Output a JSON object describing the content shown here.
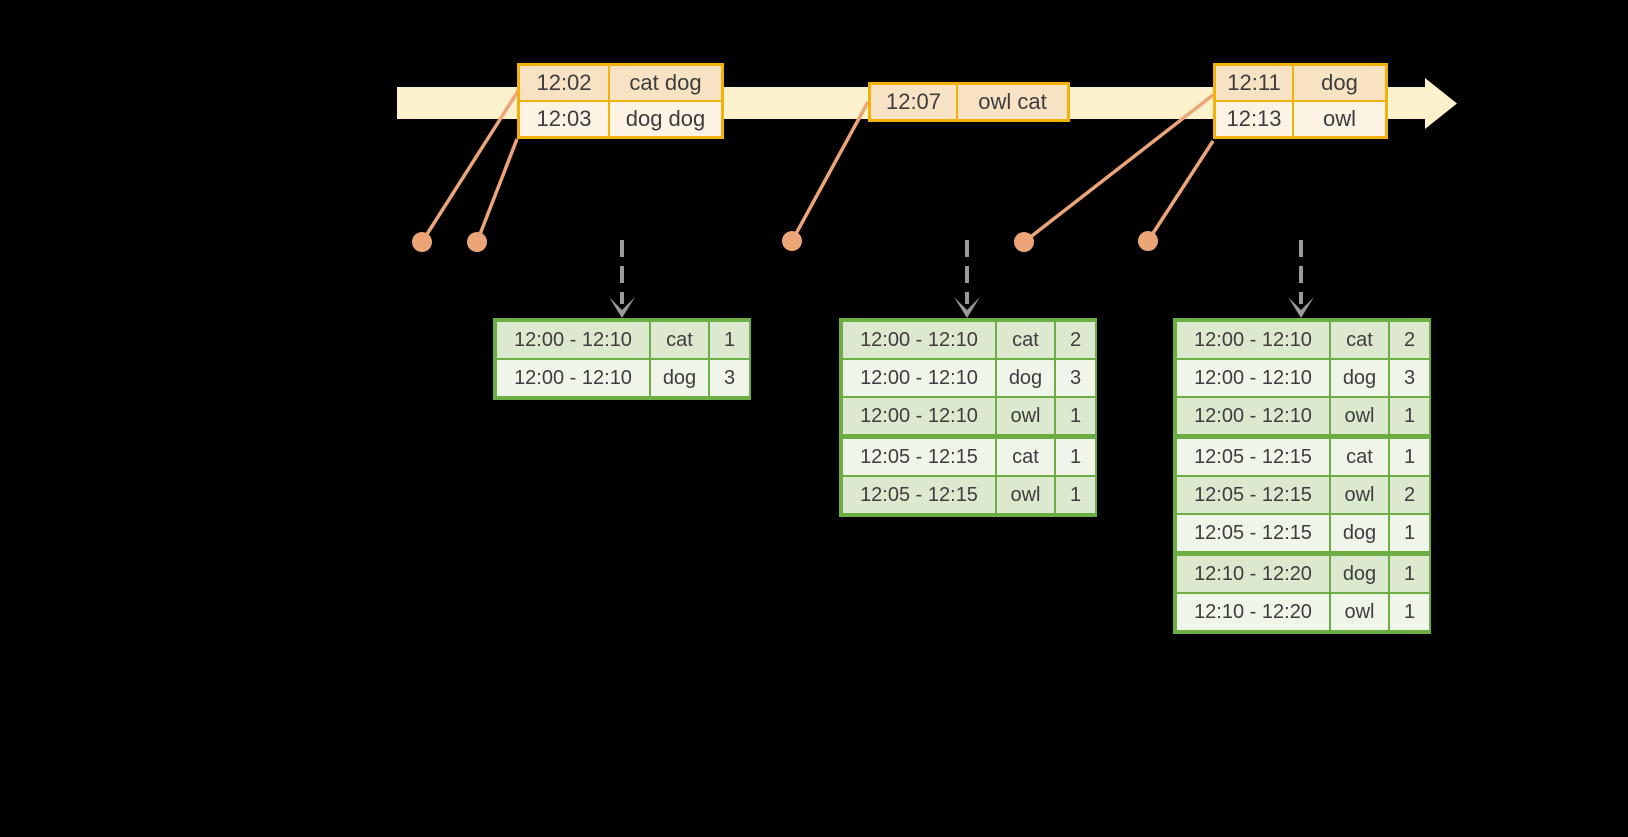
{
  "colors": {
    "background": "#000000",
    "timeline_band": "#fbf1cd",
    "event_border": "#f3b20a",
    "event_fill_dark": "#f8e2c4",
    "event_fill_light": "#fdf3e5",
    "connector": "#eba577",
    "arrow_gray": "#9a9a9a",
    "table_border": "#6cae44",
    "row_fill_dark": "#dde9cf",
    "row_fill_light": "#f0f5e9",
    "text": "#3d3d3d"
  },
  "stream": {
    "events": [
      {
        "time": "12:02",
        "value": "cat dog"
      },
      {
        "time": "12:03",
        "value": "dog dog"
      },
      {
        "time": "12:07",
        "value": "owl cat"
      },
      {
        "time": "12:11",
        "value": "dog"
      },
      {
        "time": "12:13",
        "value": "owl"
      }
    ]
  },
  "tables": [
    {
      "rows": [
        [
          "12:00 - 12:10",
          "cat",
          "1"
        ],
        [
          "12:00 - 12:10",
          "dog",
          "3"
        ]
      ]
    },
    {
      "rows": [
        [
          "12:00 - 12:10",
          "cat",
          "2"
        ],
        [
          "12:00 - 12:10",
          "dog",
          "3"
        ],
        [
          "12:00 - 12:10",
          "owl",
          "1"
        ],
        [
          "12:05 - 12:15",
          "cat",
          "1"
        ],
        [
          "12:05 - 12:15",
          "owl",
          "1"
        ]
      ]
    },
    {
      "rows": [
        [
          "12:00 - 12:10",
          "cat",
          "2"
        ],
        [
          "12:00 - 12:10",
          "dog",
          "3"
        ],
        [
          "12:00 - 12:10",
          "owl",
          "1"
        ],
        [
          "12:05 - 12:15",
          "cat",
          "1"
        ],
        [
          "12:05 - 12:15",
          "owl",
          "2"
        ],
        [
          "12:05 - 12:15",
          "dog",
          "1"
        ],
        [
          "12:10 - 12:20",
          "dog",
          "1"
        ],
        [
          "12:10 - 12:20",
          "owl",
          "1"
        ]
      ]
    }
  ]
}
